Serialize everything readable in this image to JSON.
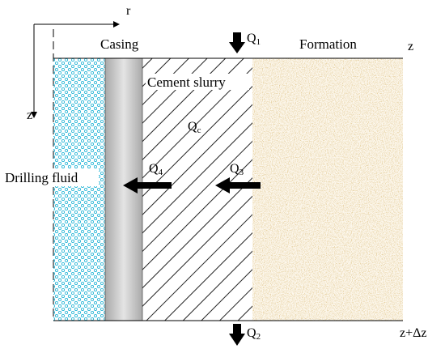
{
  "axes": {
    "r_label": "r",
    "z_label": "z",
    "top_right_label": "z",
    "bottom_right_label": "z+Δz"
  },
  "regions": {
    "drilling_fluid": {
      "label": "Drilling fluid",
      "color": "#2fb8d8"
    },
    "casing": {
      "label": "Casing",
      "color": "#c8c8c8"
    },
    "cement_slurry": {
      "label": "Cement slurry",
      "flow_label": "Q",
      "flow_sub": "c"
    },
    "formation": {
      "label": "Formation",
      "color": "#c9a86a"
    }
  },
  "flows": {
    "q1": {
      "main": "Q",
      "sub": "1"
    },
    "q2": {
      "main": "Q",
      "sub": "2"
    },
    "q3": {
      "main": "Q",
      "sub": "3"
    },
    "q4": {
      "main": "Q",
      "sub": "4"
    }
  }
}
